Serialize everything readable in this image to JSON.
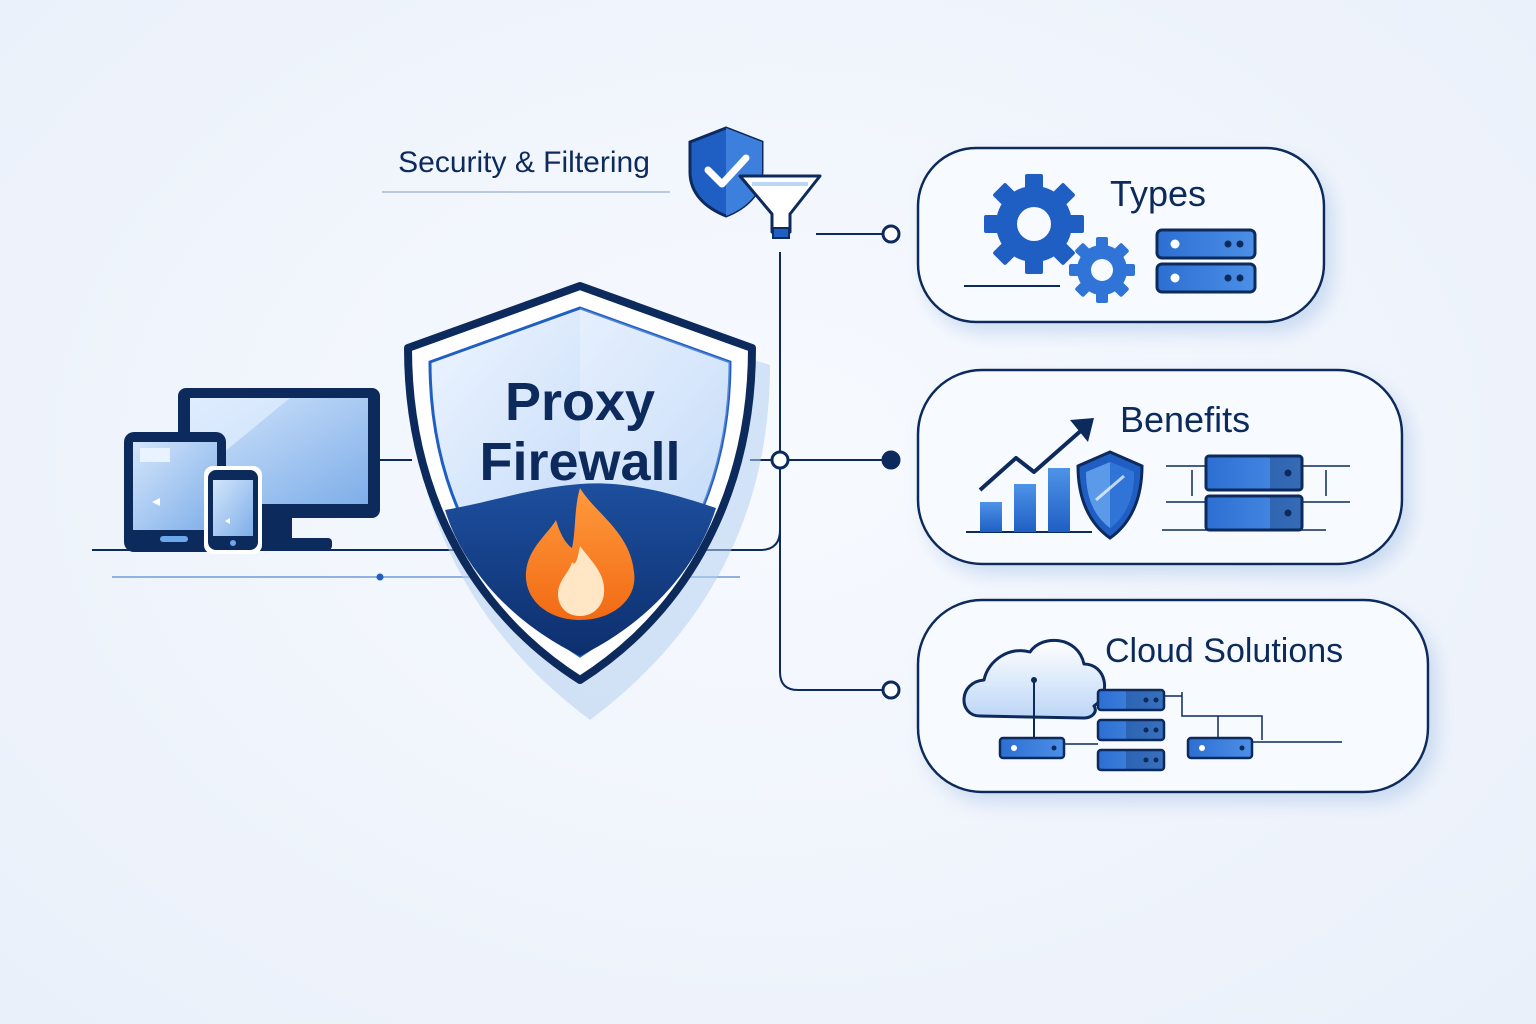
{
  "labels": {
    "security": "Security & Filtering",
    "main_line1": "Proxy",
    "main_line2": "Firewall"
  },
  "cards": [
    {
      "title": "Types"
    },
    {
      "title": "Benefits"
    },
    {
      "title": "Cloud Solutions"
    }
  ],
  "colors": {
    "navy": "#0d2a5c",
    "blue": "#1f5fc4",
    "light_blue": "#6ea8ec",
    "flame_orange": "#f47a1f",
    "flame_yellow": "#ffb347",
    "card_bg": "#f7faff"
  },
  "icons": {
    "security": [
      "shield-check-icon",
      "funnel-icon"
    ],
    "devices": [
      "monitor-icon",
      "tablet-icon",
      "smartphone-icon"
    ],
    "main": [
      "shield-icon",
      "flame-icon"
    ],
    "types": [
      "gear-icon",
      "server-icon"
    ],
    "benefits": [
      "growth-chart-icon",
      "shield-icon",
      "server-icon"
    ],
    "cloud": [
      "cloud-icon",
      "server-icon"
    ]
  }
}
